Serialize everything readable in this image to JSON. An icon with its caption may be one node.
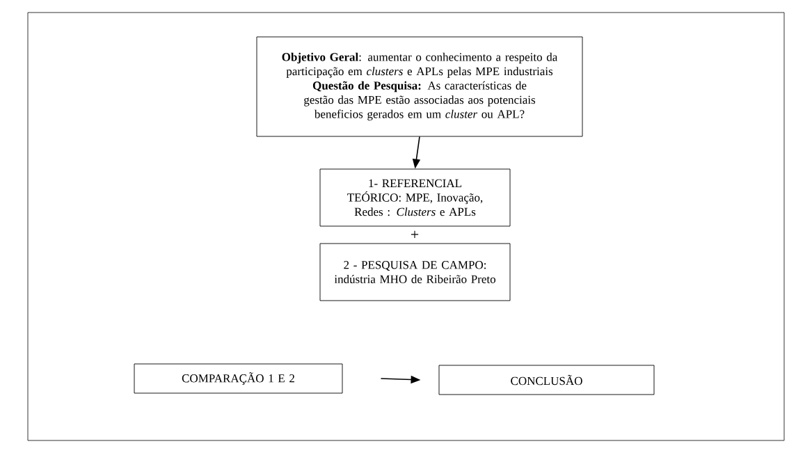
{
  "diagram": {
    "nodes": [
      {
        "text": [
          "**Objetivo Geral**: aumentar o conhecimento a respeito da participação em *clusters* e APLs pelas MPE industriais",
          "**Questão de Pesquisa:** As características de gestão das MPE estão associadas aos potenciais beneficios gerados em um *cluster* ou APL?"
        ]
      },
      {
        "text": [
          "1- REFERENCIAL TEÓRICO: MPE, Inovação, Redes : *Clusters* e APLs"
        ]
      },
      {
        "text": [
          "2 - PESQUISA DE CAMPO: indústria MHO de Ribeirão Preto"
        ]
      },
      {
        "text": [
          "COMPARAÇÃO 1 E 2"
        ]
      },
      {
        "text": [
          "CONCLUSÃO"
        ]
      }
    ],
    "edges": [
      {
        "from": 0,
        "to": 1,
        "arrow": "to"
      },
      {
        "from": 3,
        "to": 4,
        "arrow": "to"
      }
    ],
    "labels": [
      "+"
    ]
  }
}
